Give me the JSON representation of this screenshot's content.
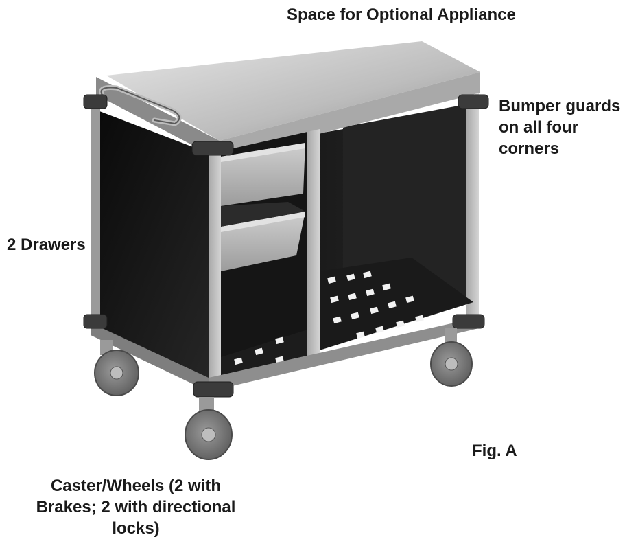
{
  "labels": {
    "appliance_space": "Space for Optional Appliance",
    "bumper_guards": "Bumper guards on all four corners",
    "drawers": "2 Drawers",
    "figure": "Fig. A",
    "casters": "Caster/Wheels (2 with Brakes; 2 with directional locks)"
  },
  "colors": {
    "frame": "#9a9a9a",
    "panel": "#141414",
    "top": "#c8c8c8",
    "bumper": "#3a3a3a",
    "wheel": "#7a7a7a"
  }
}
